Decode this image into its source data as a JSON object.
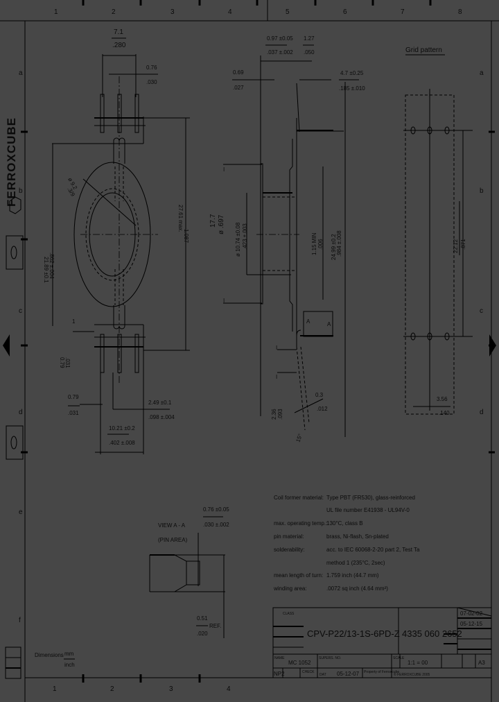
{
  "drawing": {
    "background": "#474747",
    "line_color": "#000000",
    "columns": [
      "1",
      "2",
      "3",
      "4",
      "5",
      "6",
      "7",
      "8"
    ],
    "rows": [
      "a",
      "b",
      "c",
      "d",
      "e",
      "f"
    ],
    "logo": "FERROXCUBE",
    "top_view": {
      "pin_span": {
        "mm": "7.1",
        "inch": ".280"
      },
      "pin_width": {
        "mm": "0.76",
        "inch": ".030"
      },
      "flange_diameter": {
        "mm": "ø 9.2",
        "inch": ".3/9"
      },
      "height_left": {
        "mm": "21.89 ±0.1",
        "inch": ".862 ±.004"
      },
      "height_right": {
        "mm": "27.61 max.",
        "inch": "1.087"
      },
      "pin_offset": {
        "mm": "0.79",
        "inch": ".031"
      },
      "pin_offset_left": {
        "mm": "0.79",
        "inch": ".031"
      },
      "pin_pitch": {
        "mm": "2.49 ±0.1",
        "inch": ".098 ±.004"
      },
      "pin_row": {
        "mm": "10.21 ±0.2",
        "inch": ".402 ±.008"
      },
      "marker": "1"
    },
    "side_view": {
      "flange_thickness": {
        "mm": "0.97 ±0.05",
        "inch": ".037 ±.002"
      },
      "flange_gap": {
        "mm": "1.27",
        "inch": ".050"
      },
      "left_thickness": {
        "mm": "0.69",
        "inch": ".027"
      },
      "pin_length": {
        "mm": "4.7 ±0.25",
        "inch": ".185 ±.010"
      },
      "outer_diameter": {
        "mm": "17.7",
        "inch": "ø .697"
      },
      "inner_diameter": {
        "mm": "ø 10.74 ±0.08",
        "inch": ".423 ±.003"
      },
      "winding_width": {
        "mm": "1.15 MIN",
        "inch": ".006"
      },
      "overall": {
        "mm": "24.99 ±0.2",
        "inch": ".984 ±.008"
      },
      "pin_extension": {
        "mm": "2.36",
        "inch": ".093"
      },
      "pin_bend": {
        "mm": "0.3",
        "inch": ".012"
      },
      "angle": "15°",
      "section_label": "A"
    },
    "grid": {
      "title": "Grid pattern",
      "length": {
        "mm": "22.12",
        "inch": ".871"
      },
      "offset": {
        "mm": "3.56",
        "inch": ".140"
      }
    },
    "detail": {
      "title": "VIEW A - A",
      "subtitle": "(PIN AREA)",
      "top": {
        "mm": "0.76 ±0.05",
        "inch": ".030 ±.002"
      },
      "bottom": {
        "mm": "0.51",
        "inch": ".020",
        "suffix": "REF."
      }
    },
    "specs": [
      {
        "label": "Coil former material:",
        "value": "Type PBT (FR530), glass-reinforced"
      },
      {
        "label": "",
        "value": "UL file number E41938 - UL94V-0"
      },
      {
        "label": "max. operating temp.:",
        "value": "130°C, class B"
      },
      {
        "label": "pin material:",
        "value": "brass, Ni-flash, Sn-plated"
      },
      {
        "label": "solderability:",
        "value": "acc. to IEC 60068-2-20 part 2, Test Ta"
      },
      {
        "label": "",
        "value": "method 1 (235°C, 2sec)"
      },
      {
        "label": "mean length of turn:",
        "value": "1.759 inch (44.7 mm)"
      },
      {
        "label": "winding area:",
        "value": ".0072 sq inch (4.64 mm²)"
      }
    ],
    "dimensions_note": {
      "label": "Dimensions",
      "mm": "mm",
      "inch": "inch"
    },
    "title_block": {
      "class_label": "CLASS",
      "product": "CPV-P22/13-1S-6PD-Z",
      "code": "4335 060 2652",
      "rev1": "07-02-02",
      "rev2": "05-12-15",
      "name_label": "NAME",
      "name": "MC 1052",
      "supersedes_label": "SUPERS. NO.",
      "scale_label": "SCALE",
      "scale": "1:1 = 00",
      "size": "A3",
      "drawn": "NP2",
      "check_label": "CHECK",
      "date_label": "DAT",
      "date": "05-12-07",
      "copyright_label": "Property of Ferroxcube",
      "copyright": "© FERROXCUBE 2005"
    }
  }
}
